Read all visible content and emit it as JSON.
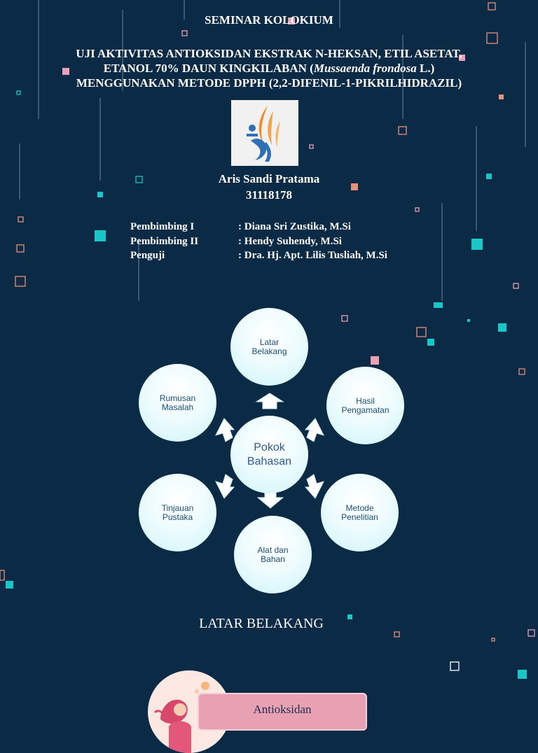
{
  "header": {
    "seminar": "SEMINAR KOLOKIUM",
    "title_line1": "UJI AKTIVITAS ANTIOKSIDAN EKSTRAK N-HEKSAN, ETIL ASETAT,",
    "title_line2_pre": "ETANOL 70% DAUN KINGKILABAN (",
    "title_line2_italic": "Mussaenda frondosa",
    "title_line2_post": " L.)",
    "title_line3": "MENGGUNAKAN METODE DPPH (2,2-DIFENIL-1-PIKRILHIDRAZIL)"
  },
  "logo": {
    "icon": "institution-logo-icon",
    "colors": [
      "#f08a24",
      "#2f6fb3"
    ]
  },
  "author": {
    "name": "Aris Sandi Pratama",
    "id": "31118178"
  },
  "advisors": [
    {
      "role": "Pembimbing I",
      "name": ": Diana Sri Zustika, M.Si"
    },
    {
      "role": "Pembimbing II",
      "name": ": Hendy Suhendy, M.Si"
    },
    {
      "role": "Penguji",
      "name": ": Dra. Hj. Apt. Lilis Tusliah, M.Si"
    }
  ],
  "diagram": {
    "center": [
      "Pokok",
      "Bahasan"
    ],
    "items": [
      [
        "Latar",
        "Belakang"
      ],
      [
        "Hasil",
        "Pengamatan"
      ],
      [
        "Metode",
        "Penelitian"
      ],
      [
        "Alat dan",
        "Bahan"
      ],
      [
        "Tinjauan",
        "Pustaka"
      ],
      [
        "Rumusan",
        "Masalah"
      ]
    ]
  },
  "section": {
    "heading": "LATAR BELAKANG",
    "box_label": "Antioksidan"
  },
  "colors": {
    "background": "#0b2a45",
    "accent_teal": "#19c6c8",
    "accent_pink": "#e7a1b3",
    "accent_orange": "#f08a24"
  }
}
